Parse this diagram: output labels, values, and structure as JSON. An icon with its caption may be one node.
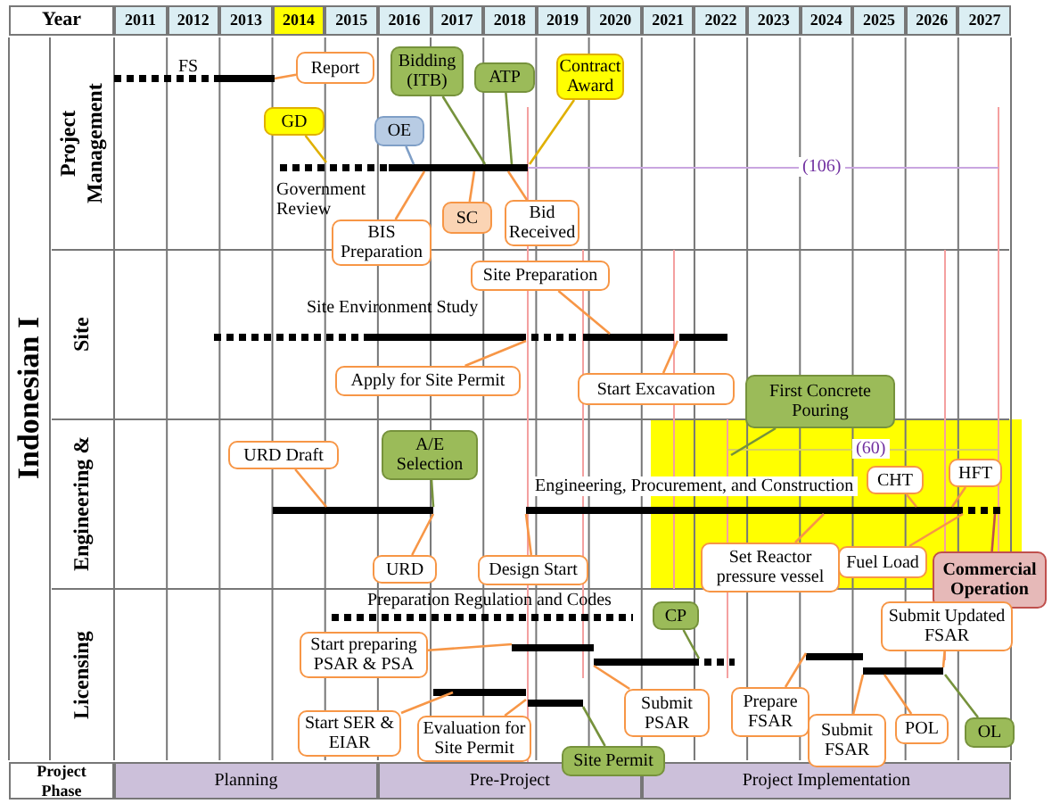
{
  "diagram": {
    "nodes": [
      {
        "text": [
          "Report"
        ]
      },
      {
        "text": [
          "Bidding (ITB)"
        ]
      },
      {
        "text": [
          "ATP"
        ]
      },
      {
        "text": [
          "Contract Award"
        ]
      },
      {
        "text": [
          "GD"
        ]
      },
      {
        "text": [
          "OE"
        ]
      },
      {
        "text": [
          "BIS Preparation"
        ]
      },
      {
        "text": [
          "SC"
        ]
      },
      {
        "text": [
          "Bid Received"
        ]
      },
      {
        "text": [
          "Site Preparation"
        ]
      },
      {
        "text": [
          "Apply for Site Permit"
        ]
      },
      {
        "text": [
          "Start Excavation"
        ]
      },
      {
        "text": [
          "URD Draft"
        ]
      },
      {
        "text": [
          "A/E Selection"
        ]
      },
      {
        "text": [
          "First Concrete Pouring"
        ]
      },
      {
        "text": [
          "CHT"
        ]
      },
      {
        "text": [
          "HFT"
        ]
      },
      {
        "text": [
          "URD"
        ]
      },
      {
        "text": [
          "Design Start"
        ]
      },
      {
        "text": [
          "Set Reactor pressure vessel"
        ]
      },
      {
        "text": [
          "Fuel Load"
        ]
      },
      {
        "text": [
          "Commercial Operation"
        ]
      },
      {
        "text": [
          "CP"
        ]
      },
      {
        "text": [
          "Submit Updated FSAR"
        ]
      },
      {
        "text": [
          "Start preparing PSAR & PSA"
        ]
      },
      {
        "text": [
          "Submit PSAR"
        ]
      },
      {
        "text": [
          "Prepare FSAR"
        ]
      },
      {
        "text": [
          "Start SER & EIAR"
        ]
      },
      {
        "text": [
          "Evaluation for Site Permit"
        ]
      },
      {
        "text": [
          "Submit FSAR"
        ]
      },
      {
        "text": [
          "POL"
        ]
      },
      {
        "text": [
          "OL"
        ]
      },
      {
        "text": [
          "Site Permit"
        ]
      }
    ],
    "edges": [
      {
        "from": 0,
        "to": null,
        "arrow": "none"
      },
      {
        "from": 1,
        "to": null,
        "arrow": "none",
        "color": "#76923c"
      },
      {
        "from": 2,
        "to": null,
        "arrow": "none",
        "color": "#76923c"
      },
      {
        "from": 3,
        "to": null,
        "arrow": "none",
        "color": "#e0b000"
      },
      {
        "from": 4,
        "to": null,
        "arrow": "none",
        "color": "#e0b000"
      },
      {
        "from": 5,
        "to": null,
        "arrow": "none",
        "color": "#7f9fc7"
      },
      {
        "from": 6,
        "to": null,
        "arrow": "none"
      },
      {
        "from": 7,
        "to": null,
        "arrow": "none"
      },
      {
        "from": 8,
        "to": null,
        "arrow": "none"
      },
      {
        "from": 9,
        "to": null,
        "arrow": "none"
      },
      {
        "from": 10,
        "to": null,
        "arrow": "none"
      },
      {
        "from": 11,
        "to": null,
        "arrow": "none"
      },
      {
        "from": 12,
        "to": null,
        "arrow": "none"
      },
      {
        "from": 13,
        "to": null,
        "arrow": "none",
        "color": "#76923c"
      },
      {
        "from": 14,
        "to": null,
        "arrow": "none",
        "color": "#76923c"
      },
      {
        "from": 15,
        "to": null,
        "arrow": "none"
      },
      {
        "from": 16,
        "to": null,
        "arrow": "none"
      },
      {
        "from": 17,
        "to": null,
        "arrow": "none"
      },
      {
        "from": 18,
        "to": null,
        "arrow": "none"
      },
      {
        "from": 19,
        "to": null,
        "arrow": "none"
      },
      {
        "from": 20,
        "to": null,
        "arrow": "none"
      },
      {
        "from": 21,
        "to": null,
        "arrow": "none",
        "color": "#c0504d"
      },
      {
        "from": 22,
        "to": null,
        "arrow": "none",
        "color": "#76923c"
      },
      {
        "from": 23,
        "to": null,
        "arrow": "none"
      },
      {
        "from": 24,
        "to": null,
        "arrow": "none"
      },
      {
        "from": 25,
        "to": null,
        "arrow": "none"
      },
      {
        "from": 26,
        "to": null,
        "arrow": "none"
      },
      {
        "from": 27,
        "to": null,
        "arrow": "none"
      },
      {
        "from": 28,
        "to": null,
        "arrow": "none"
      },
      {
        "from": 29,
        "to": null,
        "arrow": "none"
      },
      {
        "from": 30,
        "to": null,
        "arrow": "none"
      },
      {
        "from": 31,
        "to": null,
        "arrow": "none",
        "color": "#76923c"
      },
      {
        "from": 32,
        "to": null,
        "arrow": "none",
        "color": "#76923c"
      }
    ],
    "labels": [
      "Year",
      "2011",
      "2012",
      "2013",
      "2014",
      "2015",
      "2016",
      "2017",
      "2018",
      "2019",
      "2020",
      "2021",
      "2022",
      "2023",
      "2024",
      "2025",
      "2026",
      "2027",
      "Project Management",
      "FS",
      "(106)",
      "Government Review",
      "Site",
      "Site Environment Study",
      "Indonesian I",
      "Engineering &",
      "(60)",
      "Engineering, Procurement, and Construction",
      "Licensing",
      "Preparation Regulation and Codes",
      "Project Phase",
      "Planning",
      "Pre-Project",
      "Project Implementation"
    ]
  }
}
